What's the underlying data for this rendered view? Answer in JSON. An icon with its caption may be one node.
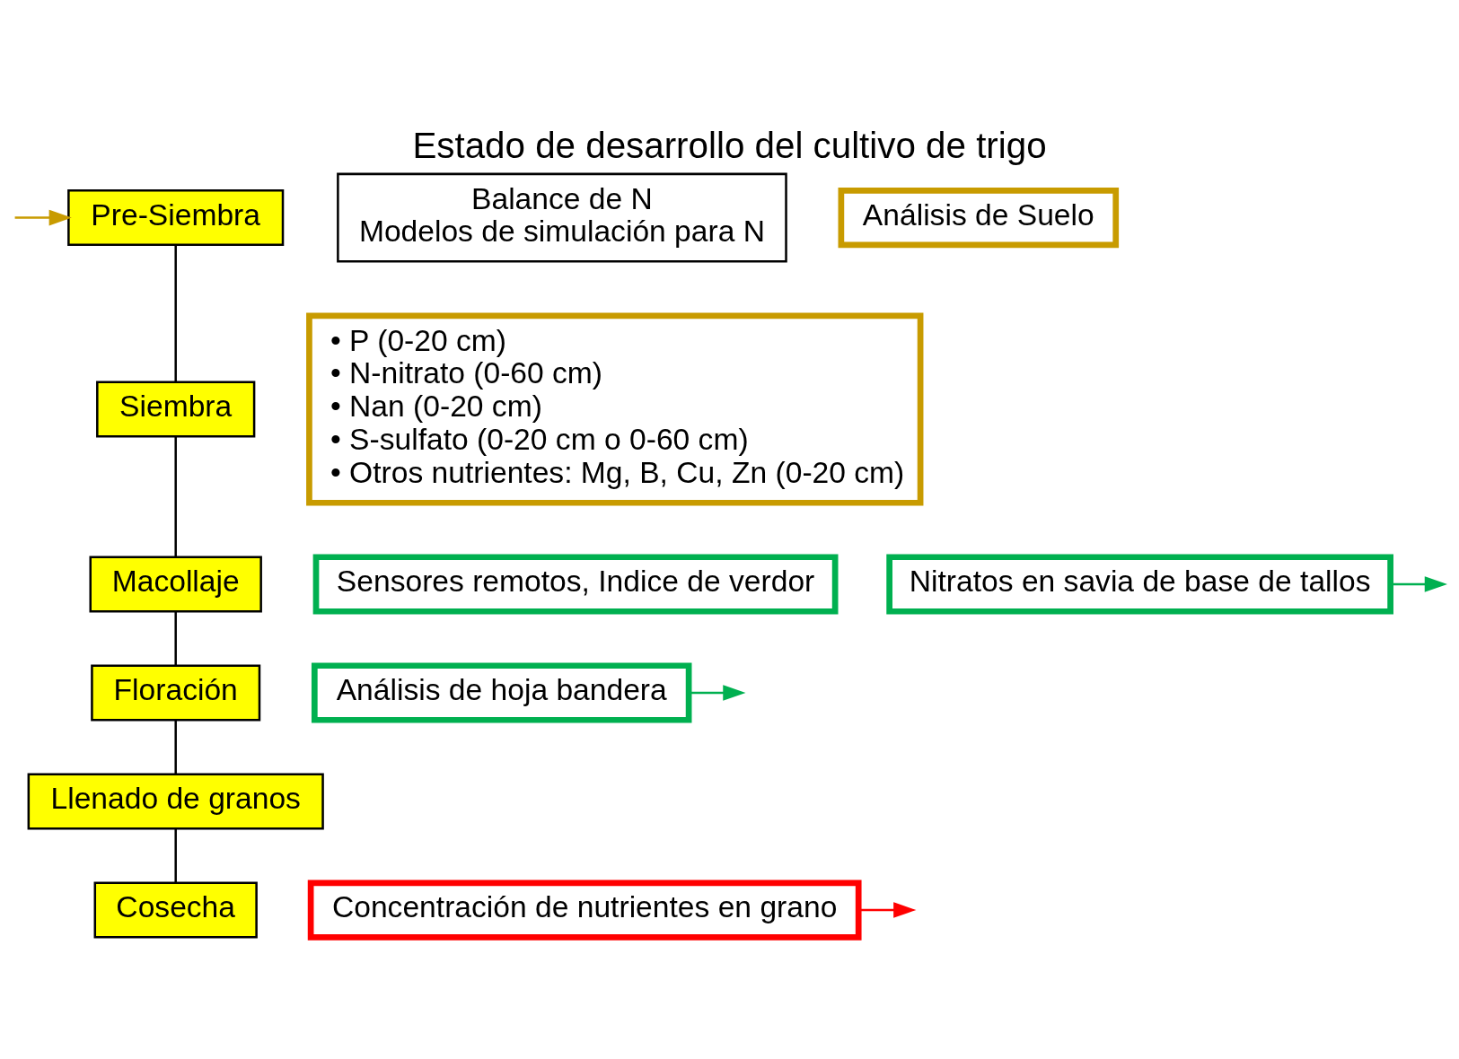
{
  "diagram": {
    "title": "Estado de desarrollo del cultivo de trigo",
    "nodes": [
      {
        "text": [
          "Pre-Siembra"
        ]
      },
      {
        "text": [
          "Siembra"
        ]
      },
      {
        "text": [
          "Macollaje"
        ]
      },
      {
        "text": [
          "Floración"
        ]
      },
      {
        "text": [
          "Llenado de granos"
        ]
      },
      {
        "text": [
          "Cosecha"
        ]
      },
      {
        "text": [
          "Balance de N",
          "Modelos de simulación para N"
        ]
      },
      {
        "text": [
          "Análisis de Suelo"
        ]
      },
      {
        "text": [
          "• P (0-20 cm)",
          "• N-nitrato (0-60 cm)",
          "• Nan (0-20 cm)",
          "• S-sulfato (0-20 cm o 0-60 cm)",
          "• Otros nutrientes: Mg, B, Cu, Zn (0-20 cm)"
        ]
      },
      {
        "text": [
          "Sensores remotos, Indice de verdor"
        ]
      },
      {
        "text": [
          "Nitratos en savia de base de tallos"
        ]
      },
      {
        "text": [
          "Análisis de hoja bandera"
        ]
      },
      {
        "text": [
          "Concentración de nutrientes en grano"
        ]
      }
    ],
    "edges": [
      {
        "from": 0,
        "to": 1,
        "arrow": "none"
      },
      {
        "from": 1,
        "to": 2,
        "arrow": "none"
      },
      {
        "from": 2,
        "to": 3,
        "arrow": "none"
      },
      {
        "from": 3,
        "to": 4,
        "arrow": "none"
      },
      {
        "from": 4,
        "to": 5,
        "arrow": "none"
      },
      {
        "from": null,
        "to": 0,
        "arrow": "to",
        "color": "#c89b00"
      },
      {
        "from": 10,
        "to": null,
        "arrow": "to",
        "color": "#00b050"
      },
      {
        "from": 11,
        "to": null,
        "arrow": "to",
        "color": "#00b050"
      },
      {
        "from": 12,
        "to": null,
        "arrow": "to",
        "color": "#ff0000"
      }
    ]
  }
}
